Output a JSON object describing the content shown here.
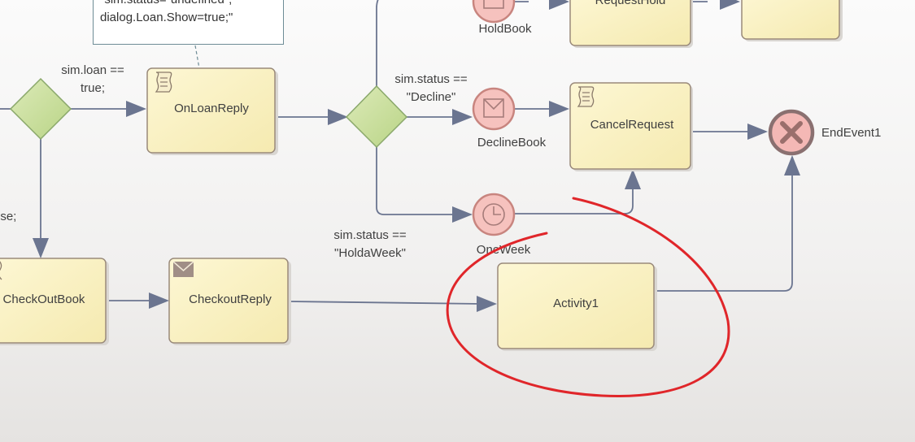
{
  "note": {
    "line1": "\"sim.status=\"undefined\";",
    "line2": "dialog.Loan.Show=true;\""
  },
  "labels": {
    "loan_cond1": "sim.loan ==",
    "loan_cond2": "true;",
    "else_cond": "lse;",
    "decline_cond1": "sim.status ==",
    "decline_cond2": "\"Decline\"",
    "holdweek_cond1": "sim.status ==",
    "holdweek_cond2": "\"HoldaWeek\""
  },
  "tasks": {
    "on_loan_reply": "OnLoanReply",
    "request_hold": "RequestHold",
    "cancel_request": "CancelRequest",
    "check_out_book": "CheckOutBook",
    "checkout_reply": "CheckoutReply",
    "activity1": "Activity1"
  },
  "events": {
    "hold_book": "HoldBook",
    "decline_book": "DeclineBook",
    "one_week": "OneWeek",
    "end_event": "EndEvent1"
  },
  "colors": {
    "connector": "#6b7590",
    "annotation": "#e0262a",
    "task_fill": "#fbf3c4",
    "gateway_fill": "#c9df9e",
    "event_fill": "#f6c2be"
  }
}
